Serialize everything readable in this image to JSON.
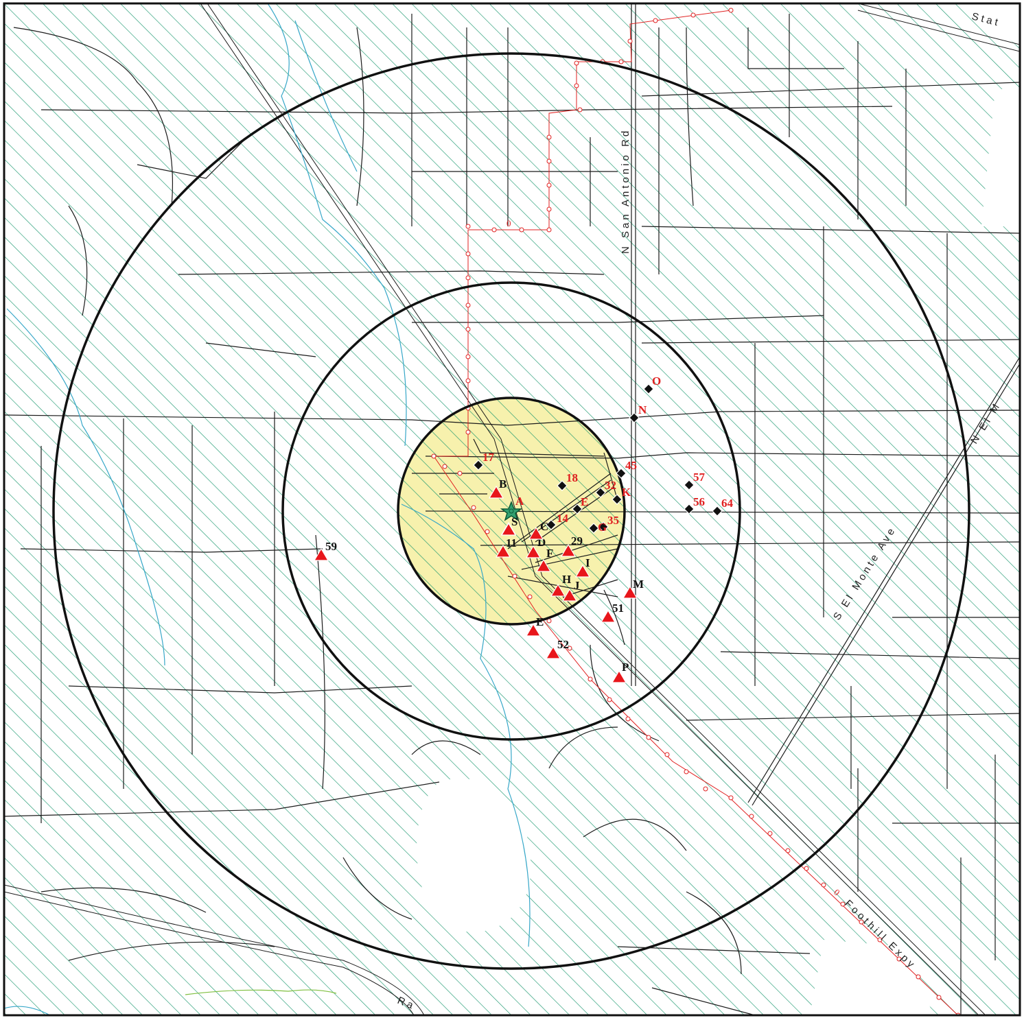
{
  "colors": {
    "hatch": "#1f9a72",
    "buffer_fill": "#f6f0a4",
    "ring": "#111111",
    "sites": "#e8161b",
    "diamonds": "#111111",
    "red_line": "#e02020",
    "streams": "#36a7c8",
    "roads": "#1a1a1a"
  },
  "rings": [
    {
      "name": "ring-inner",
      "filled": true
    },
    {
      "name": "ring-middle",
      "filled": false
    },
    {
      "name": "ring-outer",
      "filled": false
    }
  ],
  "road_labels": {
    "n_san_antonio": "N San Antonio Rd",
    "s_el_monte": "S El Monte Ave",
    "n_el_m": "N El M",
    "foothill": "Foothill Expy",
    "stat": "Stat",
    "ra": "Ra"
  },
  "line_marker_labels": {
    "top": "0",
    "bottom": "0"
  },
  "target_site": {
    "label": "S",
    "icon": "star-icon"
  },
  "triangle_sites": [
    {
      "label": "A",
      "label_color": "red"
    },
    {
      "label": "B",
      "label_color": "black"
    },
    {
      "label": "11",
      "label_color": "black"
    },
    {
      "label": "D",
      "label_color": "black"
    },
    {
      "label": "C",
      "label_color": "black"
    },
    {
      "label": "F",
      "label_color": "black"
    },
    {
      "label": "29",
      "label_color": "black"
    },
    {
      "label": "I",
      "label_color": "black"
    },
    {
      "label": "H",
      "label_color": "black"
    },
    {
      "label": "J",
      "label_color": "black"
    },
    {
      "label": "M",
      "label_color": "black"
    },
    {
      "label": "51",
      "label_color": "black"
    },
    {
      "label": "E",
      "label_color": "black"
    },
    {
      "label": "52",
      "label_color": "black"
    },
    {
      "label": "P",
      "label_color": "black"
    },
    {
      "label": "59",
      "label_color": "black"
    },
    {
      "label": "",
      "label_color": "black"
    }
  ],
  "diamond_sites": [
    {
      "label": "17"
    },
    {
      "label": "18"
    },
    {
      "label": "E"
    },
    {
      "label": "32"
    },
    {
      "label": "45"
    },
    {
      "label": "K"
    },
    {
      "label": "14"
    },
    {
      "label": "35"
    },
    {
      "label": "G"
    },
    {
      "label": "N"
    },
    {
      "label": "O"
    },
    {
      "label": "57"
    },
    {
      "label": "56"
    },
    {
      "label": "64"
    }
  ]
}
